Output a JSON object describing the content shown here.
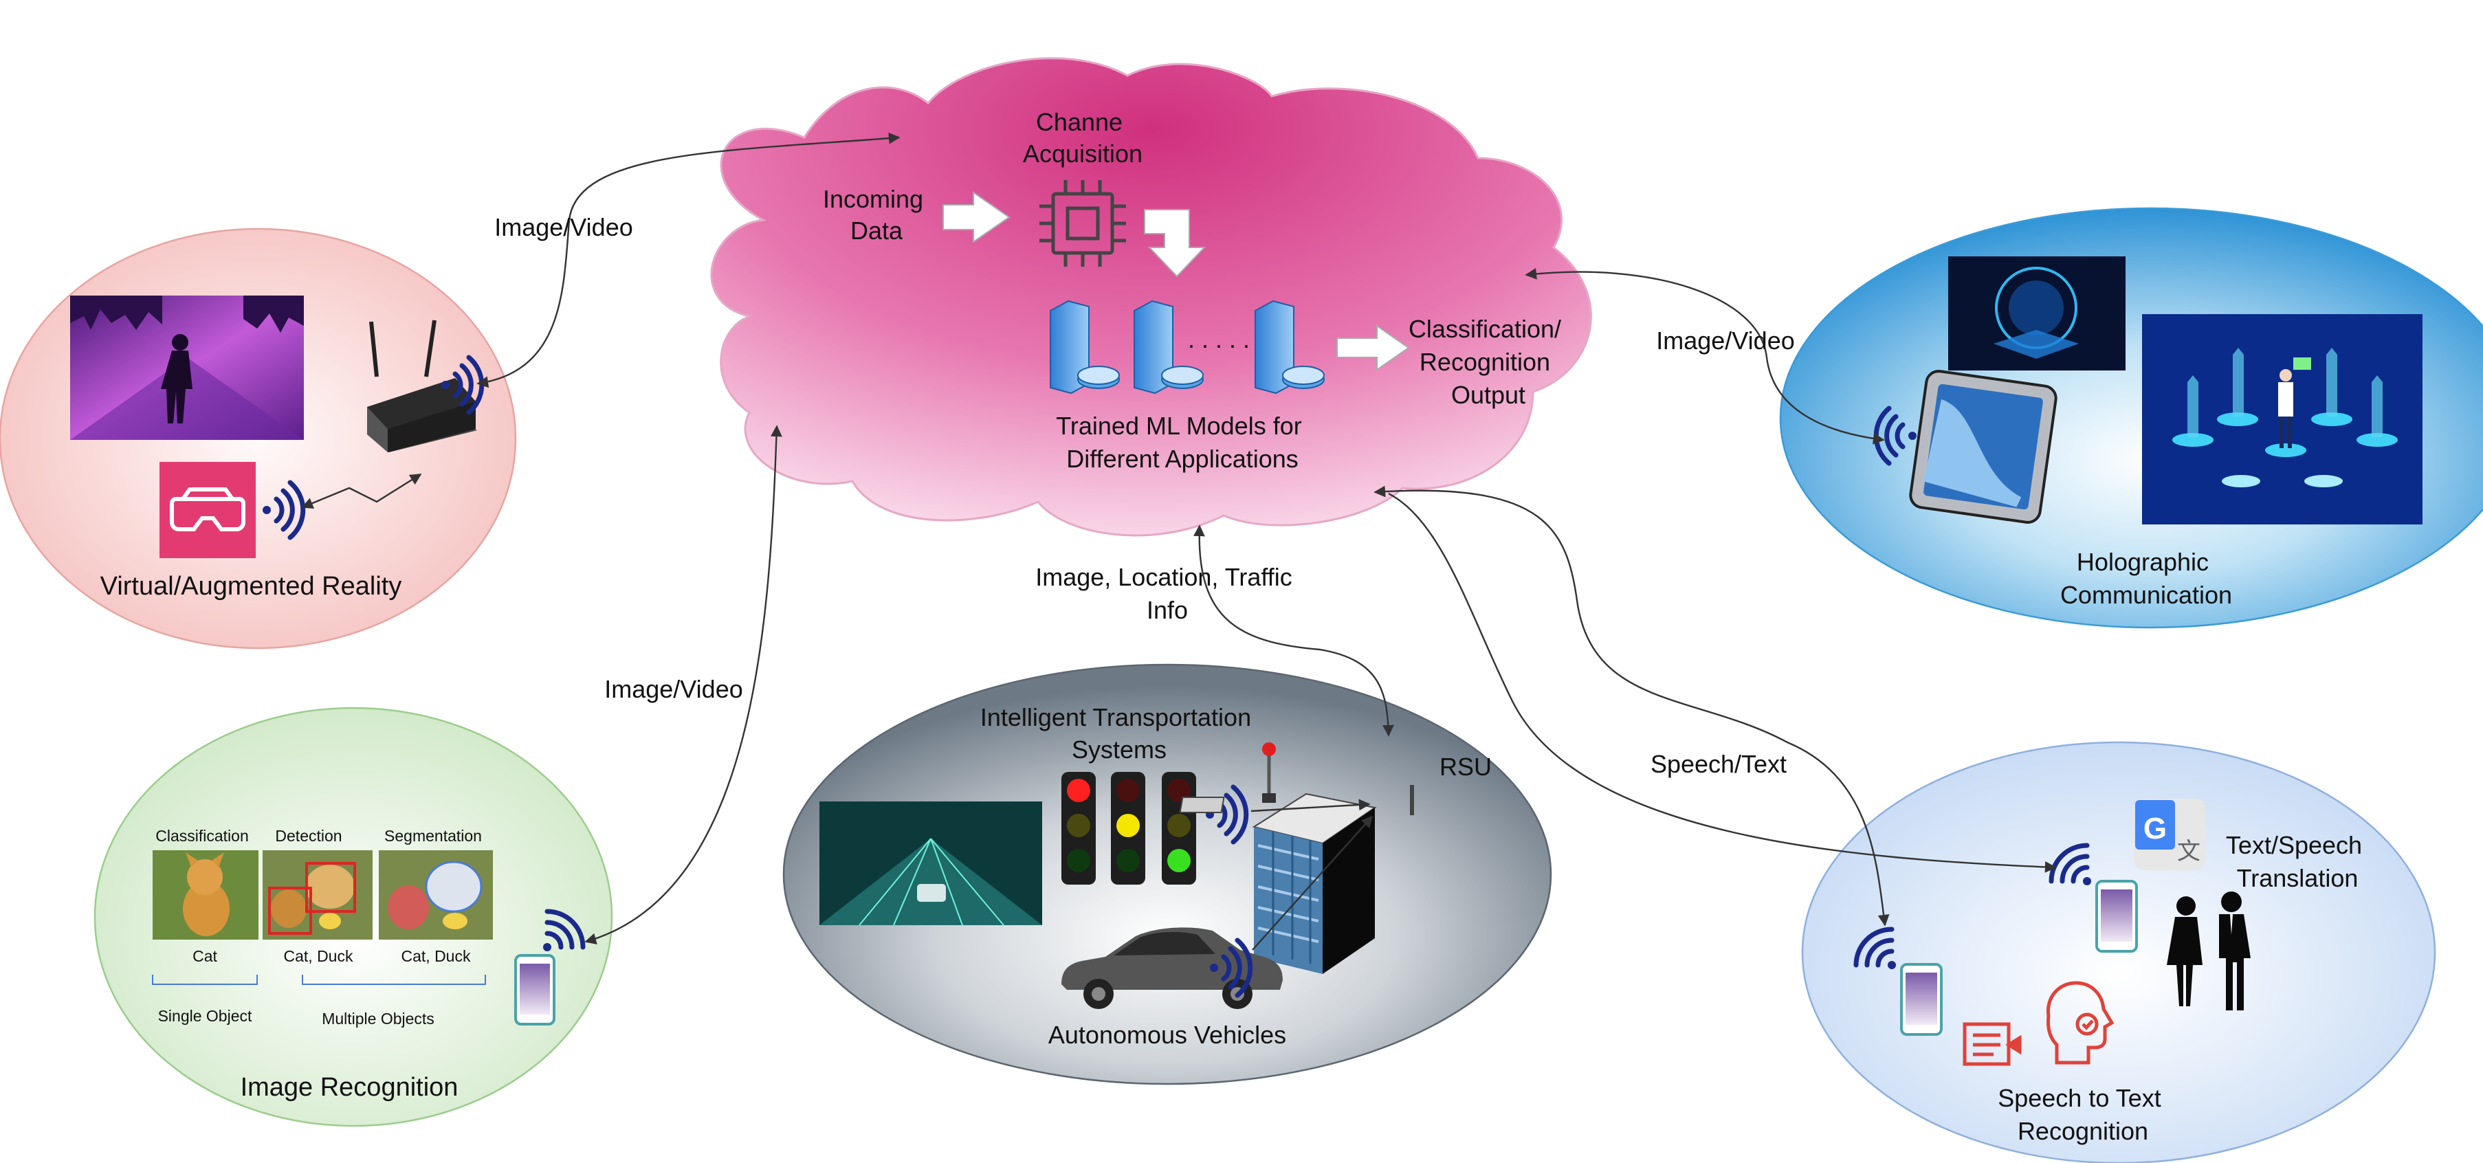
{
  "cloud": {
    "incoming": [
      "Incoming",
      "Data"
    ],
    "channel": [
      "Channe",
      "Acquisition"
    ],
    "dots": ". . . . . .",
    "models": [
      "Trained ML Models for",
      "Different Applications"
    ],
    "output": [
      "Classification/",
      "Recognition",
      "Output"
    ]
  },
  "vr": {
    "title": "Virtual/Augmented Reality",
    "link": "Image/Video"
  },
  "holo": {
    "title": [
      "Holographic",
      "Communication"
    ],
    "link": "Image/Video"
  },
  "image_recognition": {
    "title": "Image Recognition",
    "link": "Image/Video",
    "headers": [
      "Classification",
      "Detection",
      "Segmentation"
    ],
    "captions": [
      "Cat",
      "Cat, Duck",
      "Cat, Duck"
    ],
    "groups": [
      "Single Object",
      "Multiple Objects"
    ]
  },
  "its": {
    "title": [
      "Intelligent Transportation",
      "Systems"
    ],
    "rsu": "RSU",
    "av": "Autonomous Vehicles",
    "link": [
      "Image, Location, Traffic",
      "Info"
    ]
  },
  "speech": {
    "link": "Speech/Text",
    "translation": [
      "Text/Speech",
      "Translation"
    ],
    "recognition": [
      "Speech to Text",
      "Recognition"
    ],
    "g_letter": "G",
    "translate_glyph": "文"
  },
  "colors": {
    "cloud": "#e0609e",
    "vr_fill": "#f7c7c4",
    "holo_fill": "#4aa8de",
    "image_fill": "#d7ecd0",
    "its_fill": "#7b8791",
    "speech_fill": "#cfe0f6",
    "wifi": "#1a2a8c"
  }
}
